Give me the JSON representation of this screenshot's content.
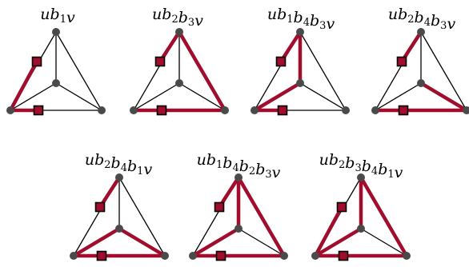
{
  "colors": {
    "edge": "#000000",
    "highlight": "#a00d2d",
    "vertex": "#4a4a4a",
    "marker_fill": "#a00d2d",
    "marker_stroke": "#000000"
  },
  "panels": [
    {
      "label": "ub1v",
      "parts": [
        "u",
        "b",
        "1",
        "v"
      ],
      "path": [
        "u",
        "b1",
        "v"
      ]
    },
    {
      "label": "ub2b3v",
      "parts": [
        "u",
        "b",
        "2",
        "b",
        "3",
        "v"
      ],
      "path": [
        "u",
        "b2",
        "b3",
        "v"
      ]
    },
    {
      "label": "ub1b4b3v",
      "parts": [
        "u",
        "b",
        "1",
        "b",
        "4",
        "b",
        "3",
        "v"
      ],
      "path": [
        "u",
        "b1",
        "b4",
        "b3",
        "v"
      ]
    },
    {
      "label": "ub2b4b3v",
      "parts": [
        "u",
        "b",
        "2",
        "b",
        "4",
        "b",
        "3",
        "v"
      ],
      "path": [
        "u",
        "b2",
        "b4",
        "b3",
        "v"
      ]
    },
    {
      "label": "ub2b4b1v",
      "parts": [
        "u",
        "b",
        "2",
        "b",
        "4",
        "b",
        "1",
        "v"
      ],
      "path": [
        "u",
        "b2",
        "b4",
        "b1",
        "v"
      ]
    },
    {
      "label": "ub1b4b2b3v",
      "parts": [
        "u",
        "b",
        "1",
        "b",
        "4",
        "b",
        "2",
        "b",
        "3",
        "v"
      ],
      "path": [
        "u",
        "b1",
        "b4",
        "b2",
        "b3",
        "v"
      ]
    },
    {
      "label": "ub2b3b4b1v",
      "parts": [
        "u",
        "b",
        "2",
        "b",
        "3",
        "b",
        "4",
        "b",
        "1",
        "v"
      ],
      "path": [
        "u",
        "b2",
        "b3",
        "b4",
        "b1",
        "v"
      ]
    }
  ]
}
